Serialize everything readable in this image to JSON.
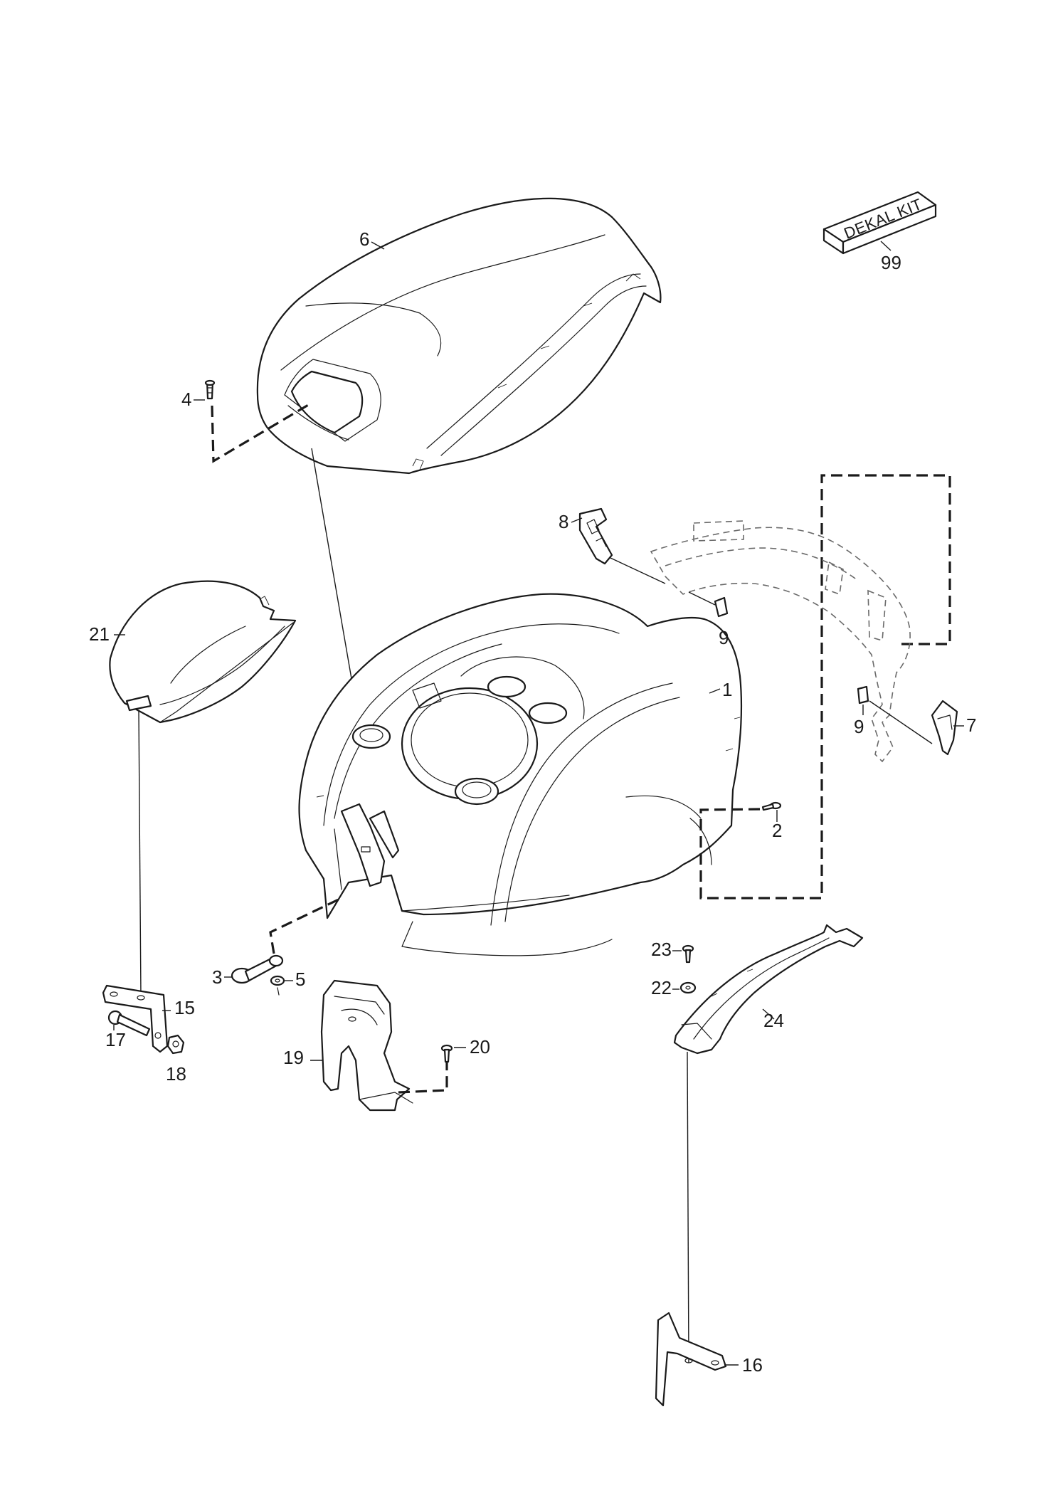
{
  "decal_kit": {
    "label": "DEKAL KIT"
  },
  "callouts": {
    "c1": "1",
    "c2": "2",
    "c3": "3",
    "c4": "4",
    "c5": "5",
    "c6": "6",
    "c7": "7",
    "c8": "8",
    "c9a": "9",
    "c9b": "9",
    "c15": "15",
    "c16": "16",
    "c17": "17",
    "c18": "18",
    "c19": "19",
    "c20": "20",
    "c21": "21",
    "c22": "22",
    "c23": "23",
    "c24": "24",
    "c99": "99"
  }
}
